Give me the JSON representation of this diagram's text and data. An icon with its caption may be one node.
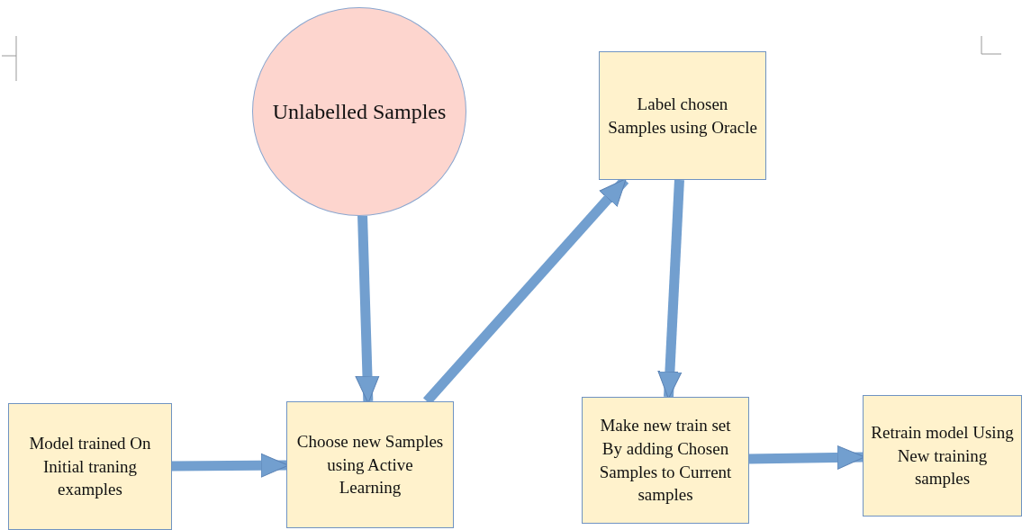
{
  "diagram": {
    "nodes": [
      {
        "text": [
          "Unlabelled Samples"
        ]
      },
      {
        "text": [
          "Label chosen Samples using Oracle"
        ]
      },
      {
        "text": [
          "Model trained On Initial traning examples"
        ]
      },
      {
        "text": [
          "Choose new Samples using Active Learning"
        ]
      },
      {
        "text": [
          "Make new train set By adding Chosen Samples to Current samples"
        ]
      },
      {
        "text": [
          "Retrain model Using New training samples"
        ]
      }
    ],
    "edges": [
      {
        "from": 0,
        "to": 3,
        "arrow": "to"
      },
      {
        "from": 3,
        "to": 1,
        "arrow": "to"
      },
      {
        "from": 1,
        "to": 4,
        "arrow": "to"
      },
      {
        "from": 2,
        "to": 3,
        "arrow": "to"
      },
      {
        "from": 4,
        "to": 5,
        "arrow": "to"
      }
    ]
  }
}
